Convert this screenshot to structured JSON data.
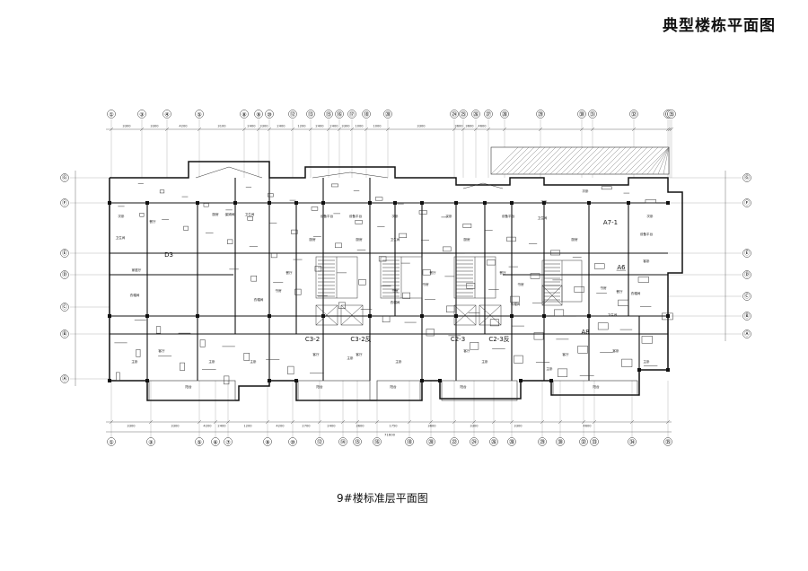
{
  "page_title": "典型楼栋平面图",
  "plan_caption": "9#楼标准层平面图",
  "units": [
    "D3",
    "C3-2",
    "C3-2反",
    "C2-3",
    "C2-3反",
    "A7-1",
    "A6",
    "A8"
  ],
  "rooms": [
    "次卧",
    "主卧",
    "客厅",
    "餐厅",
    "厨房",
    "卫生间",
    "书房",
    "衣帽间",
    "阳台",
    "家庭厅",
    "设备平台",
    "客卧",
    "保姆间"
  ],
  "column_axes_top": [
    "①",
    "③",
    "④",
    "⑤",
    "⑧",
    "⑨",
    "⑩",
    "⑫",
    "⑬",
    "⑮",
    "⑯",
    "⑰",
    "⑱",
    "⑳",
    "㉔",
    "㉕",
    "㉖",
    "㉗",
    "㉘",
    "㉙",
    "㉚",
    "㉛",
    "㉜",
    "㉝",
    "㉞",
    "㉟"
  ],
  "column_axes_bottom": [
    "①",
    "③",
    "⑤",
    "⑥",
    "⑦",
    "⑨",
    "⑩",
    "⑫",
    "⑭",
    "⑮",
    "⑯",
    "⑱",
    "⑳",
    "㉒",
    "㉔",
    "㉖",
    "㉘",
    "㉙",
    "㉚",
    "㉜",
    "㉝",
    "㉞",
    "㉟"
  ],
  "row_axes_left": [
    "Ⓖ",
    "Ⓕ",
    "Ⓔ",
    "Ⓓ",
    "Ⓒ",
    "Ⓑ",
    "Ⓐ"
  ],
  "row_axes_right": [
    "Ⓖ",
    "Ⓕ",
    "Ⓔ",
    "Ⓓ",
    "Ⓒ",
    "Ⓑ",
    "Ⓐ"
  ],
  "dims_top": [
    "3300",
    "3300",
    "4200",
    "3100",
    "2400",
    "3300",
    "2400",
    "1200",
    "2400",
    "2400",
    "3300",
    "1000",
    "1000",
    "3300",
    "3600",
    "3600",
    "4600"
  ],
  "dims_bottom": [
    "3300",
    "3300",
    "4200",
    "2400",
    "1200",
    "4200",
    "2700",
    "2400",
    "3600",
    "1750",
    "3600",
    "3300",
    "3300",
    "4600"
  ],
  "total_dim_bottom": "71600",
  "colors": {
    "line": "#1a1a1a",
    "wall": "#111111",
    "hatch": "#666666",
    "bg": "#ffffff"
  }
}
